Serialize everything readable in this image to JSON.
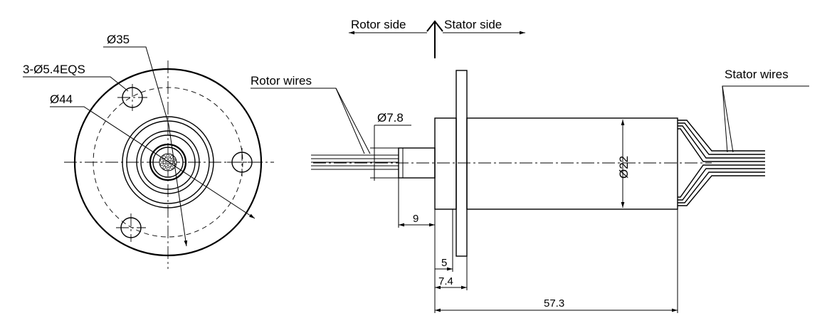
{
  "labels": {
    "dia35": "Ø35",
    "holes": "3-Ø5.4EQS",
    "dia44": "Ø44",
    "rotor_side": "Rotor side",
    "stator_side": "Stator side",
    "rotor_wires": "Rotor wires",
    "stator_wires": "Stator wires",
    "dia78": "Ø7.8",
    "dia22": "Ø22",
    "len9": "9",
    "len5": "5",
    "len74": "7.4",
    "len573": "57.3"
  }
}
